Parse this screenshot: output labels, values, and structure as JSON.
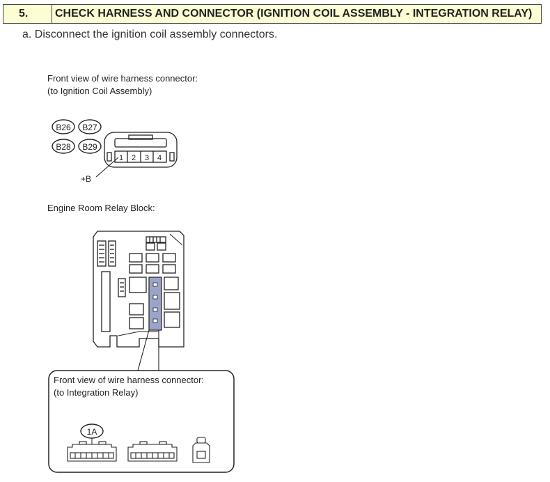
{
  "step": {
    "number": "5.",
    "title": "CHECK HARNESS AND CONNECTOR (IGNITION COIL ASSEMBLY - INTEGRATION RELAY)"
  },
  "instruction": "a. Disconnect the ignition coil assembly connectors.",
  "figure": {
    "coil_caption_line1": "Front view of wire harness connector:",
    "coil_caption_line2": "(to Ignition Coil Assembly)",
    "connector_codes": [
      "B26",
      "B27",
      "B28",
      "B29"
    ],
    "coil_pins": [
      "1",
      "2",
      "3",
      "4"
    ],
    "plus_b_label": "+B",
    "relay_block_caption": "Engine Room Relay Block:",
    "relay_caption_line1": "Front view of wire harness connector:",
    "relay_caption_line2": "(to Integration Relay)",
    "relay_connector_code": "1A"
  }
}
